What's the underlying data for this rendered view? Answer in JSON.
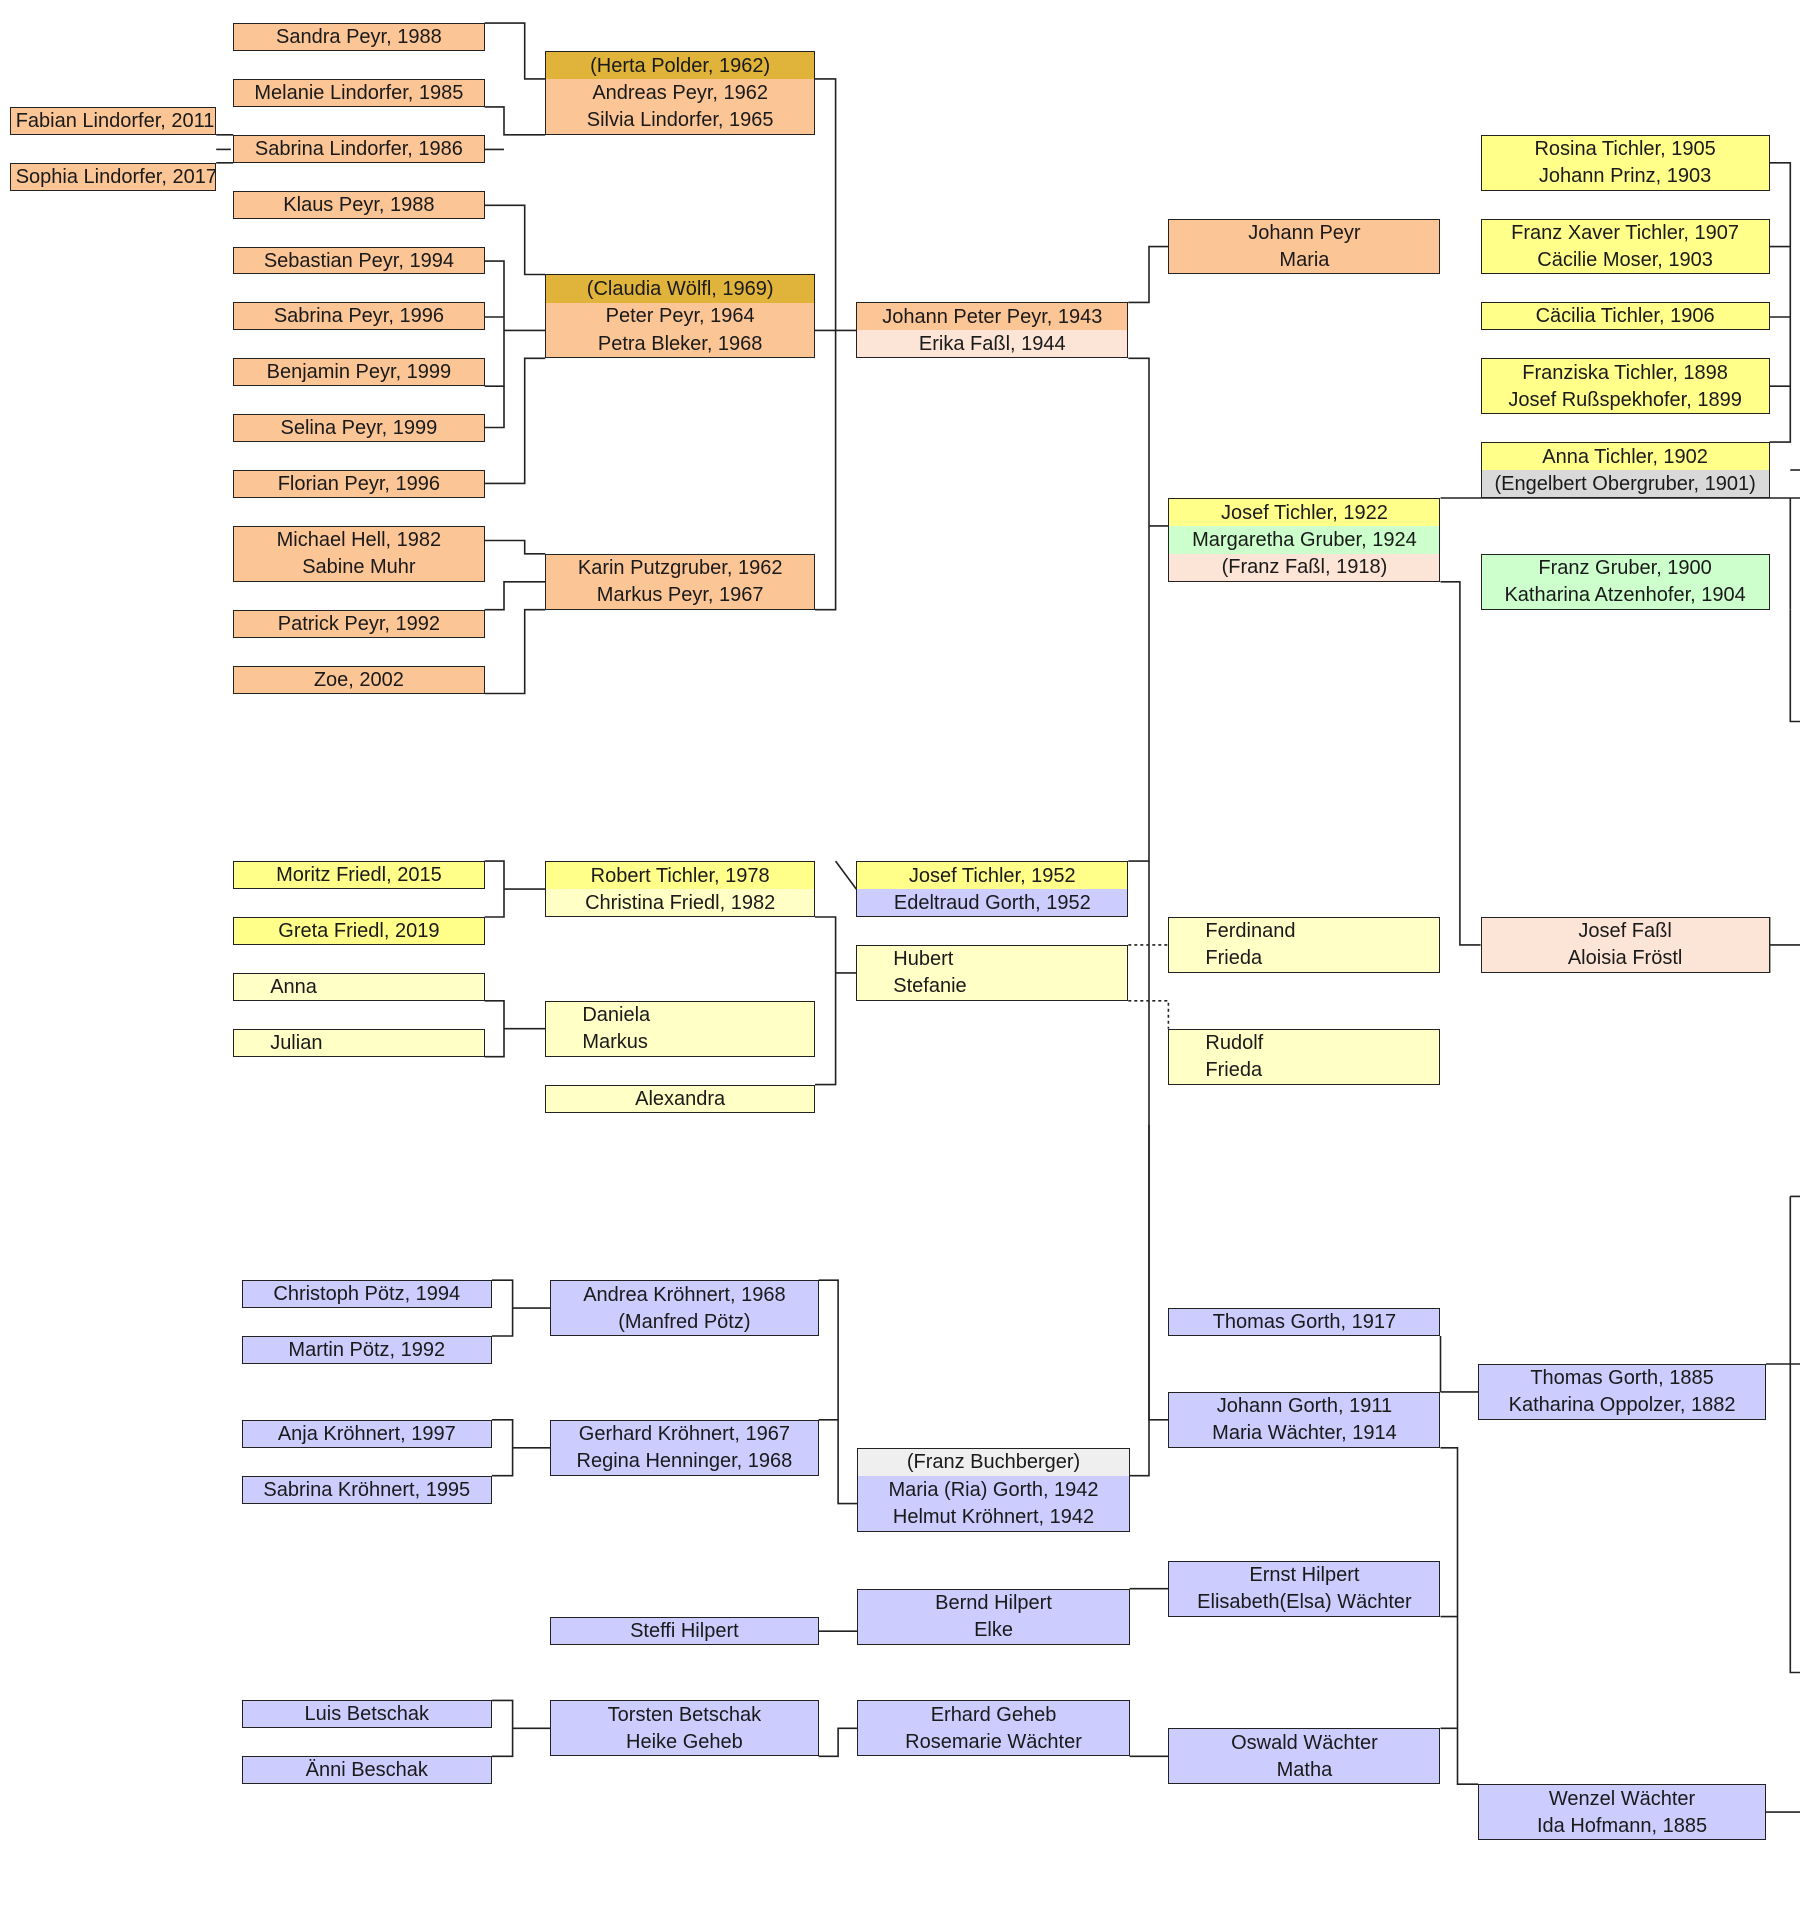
{
  "colors": {
    "orange": "#fbc596",
    "dark_orange": "#e0b43a",
    "yellow": "#ffff8a",
    "pale_yellow": "#ffffc6",
    "green": "#ccffcc",
    "peach": "#fce4d6",
    "blue": "#ccccff",
    "gray": "#d9d9d9",
    "light_gray": "#efefef",
    "line": "#222222"
  },
  "boxes": [
    {
      "id": "sandra-peyr",
      "lines": [
        {
          "text": "Sandra Peyr, 1988",
          "color": "orange"
        }
      ]
    },
    {
      "id": "melanie-lindorfer",
      "lines": [
        {
          "text": "Melanie Lindorfer, 1985",
          "color": "orange"
        }
      ]
    },
    {
      "id": "fabian-lindorfer",
      "align": "lefts",
      "lines": [
        {
          "text": "Fabian Lindorfer, 2011",
          "color": "orange"
        }
      ]
    },
    {
      "id": "sabrina-lindorfer",
      "lines": [
        {
          "text": "Sabrina Lindorfer, 1986",
          "color": "orange"
        }
      ]
    },
    {
      "id": "sophia-lindorfer",
      "align": "lefts",
      "lines": [
        {
          "text": "Sophia Lindorfer, 2017",
          "color": "orange"
        }
      ]
    },
    {
      "id": "klaus-peyr",
      "lines": [
        {
          "text": "Klaus Peyr, 1988",
          "color": "orange"
        }
      ]
    },
    {
      "id": "sebastian-peyr",
      "lines": [
        {
          "text": "Sebastian Peyr, 1994",
          "color": "orange"
        }
      ]
    },
    {
      "id": "sabrina-peyr",
      "lines": [
        {
          "text": "Sabrina Peyr, 1996",
          "color": "orange"
        }
      ]
    },
    {
      "id": "benjamin-peyr",
      "lines": [
        {
          "text": "Benjamin Peyr, 1999",
          "color": "orange"
        }
      ]
    },
    {
      "id": "selina-peyr",
      "lines": [
        {
          "text": "Selina Peyr, 1999",
          "color": "orange"
        }
      ]
    },
    {
      "id": "florian-peyr",
      "lines": [
        {
          "text": "Florian Peyr, 1996",
          "color": "orange"
        }
      ]
    },
    {
      "id": "michael-hell",
      "lines": [
        {
          "text": "Michael Hell, 1982",
          "color": "orange"
        },
        {
          "text": "Sabine Muhr",
          "color": "orange"
        }
      ]
    },
    {
      "id": "patrick-peyr",
      "lines": [
        {
          "text": "Patrick Peyr, 1992",
          "color": "orange"
        }
      ]
    },
    {
      "id": "zoe",
      "lines": [
        {
          "text": "Zoe, 2002",
          "color": "orange"
        }
      ]
    },
    {
      "id": "andreas-peyr",
      "lines": [
        {
          "text": "(Herta Polder, 1962)",
          "color": "dark_orange"
        },
        {
          "text": "Andreas Peyr, 1962",
          "color": "orange"
        },
        {
          "text": "Silvia Lindorfer, 1965",
          "color": "orange"
        }
      ]
    },
    {
      "id": "peter-peyr",
      "lines": [
        {
          "text": "(Claudia Wölfl, 1969)",
          "color": "dark_orange"
        },
        {
          "text": "Peter Peyr, 1964",
          "color": "orange"
        },
        {
          "text": "Petra Bleker, 1968",
          "color": "orange"
        }
      ]
    },
    {
      "id": "karin-putzgruber",
      "lines": [
        {
          "text": "Karin Putzgruber, 1962",
          "color": "orange"
        },
        {
          "text": "Markus Peyr, 1967",
          "color": "orange"
        }
      ]
    },
    {
      "id": "johann-peter-peyr",
      "lines": [
        {
          "text": "Johann Peter Peyr, 1943",
          "color": "orange"
        },
        {
          "text": "Erika Faßl, 1944",
          "color": "peach"
        }
      ]
    },
    {
      "id": "johann-peyr",
      "lines": [
        {
          "text": "Johann Peyr",
          "color": "orange"
        },
        {
          "text": "Maria",
          "color": "orange"
        }
      ]
    },
    {
      "id": "rosina-tichler",
      "lines": [
        {
          "text": "Rosina Tichler, 1905",
          "color": "yellow"
        },
        {
          "text": "Johann Prinz, 1903",
          "color": "yellow"
        }
      ]
    },
    {
      "id": "franz-xaver-tichler",
      "lines": [
        {
          "text": "Franz Xaver Tichler, 1907",
          "color": "yellow"
        },
        {
          "text": "Cäcilie Moser, 1903",
          "color": "yellow"
        }
      ]
    },
    {
      "id": "cacilia-tichler",
      "lines": [
        {
          "text": "Cäcilia Tichler, 1906",
          "color": "yellow"
        }
      ]
    },
    {
      "id": "franziska-tichler",
      "lines": [
        {
          "text": "Franziska Tichler, 1898",
          "color": "yellow"
        },
        {
          "text": "Josef Rußspekhofer, 1899",
          "color": "yellow"
        }
      ]
    },
    {
      "id": "anna-tichler",
      "lines": [
        {
          "text": "Anna Tichler, 1902",
          "color": "yellow"
        },
        {
          "text": "(Engelbert Obergruber, 1901)",
          "color": "gray"
        }
      ]
    },
    {
      "id": "josef-tichler-1922",
      "lines": [
        {
          "text": "Josef Tichler, 1922",
          "color": "yellow"
        },
        {
          "text": "Margaretha Gruber, 1924",
          "color": "green"
        },
        {
          "text": "(Franz Faßl, 1918)",
          "color": "peach"
        }
      ]
    },
    {
      "id": "franz-gruber",
      "lines": [
        {
          "text": "Franz Gruber, 1900",
          "color": "green"
        },
        {
          "text": "Katharina Atzenhofer, 1904",
          "color": "green"
        }
      ]
    },
    {
      "id": "moritz-friedl",
      "lines": [
        {
          "text": "Moritz Friedl, 2015",
          "color": "yellow"
        }
      ]
    },
    {
      "id": "greta-friedl",
      "lines": [
        {
          "text": "Greta Friedl, 2019",
          "color": "yellow"
        }
      ]
    },
    {
      "id": "anna",
      "align": "left",
      "lines": [
        {
          "text": "Anna",
          "color": "pale_yellow"
        }
      ]
    },
    {
      "id": "julian",
      "align": "left",
      "lines": [
        {
          "text": "Julian",
          "color": "pale_yellow"
        }
      ]
    },
    {
      "id": "robert-tichler",
      "lines": [
        {
          "text": "Robert Tichler, 1978",
          "color": "yellow"
        },
        {
          "text": "Christina Friedl, 1982",
          "color": "pale_yellow"
        }
      ]
    },
    {
      "id": "daniela",
      "align": "left",
      "lines": [
        {
          "text": "Daniela",
          "color": "pale_yellow"
        },
        {
          "text": "Markus",
          "color": "pale_yellow"
        }
      ]
    },
    {
      "id": "alexandra",
      "lines": [
        {
          "text": "Alexandra",
          "color": "pale_yellow"
        }
      ]
    },
    {
      "id": "josef-tichler-1952",
      "lines": [
        {
          "text": "Josef Tichler, 1952",
          "color": "yellow"
        },
        {
          "text": "Edeltraud Gorth, 1952",
          "color": "blue"
        }
      ]
    },
    {
      "id": "hubert",
      "align": "left",
      "lines": [
        {
          "text": "Hubert",
          "color": "pale_yellow"
        },
        {
          "text": "Stefanie",
          "color": "pale_yellow"
        }
      ]
    },
    {
      "id": "ferdinand",
      "align": "left",
      "lines": [
        {
          "text": "Ferdinand",
          "color": "pale_yellow"
        },
        {
          "text": "Frieda",
          "color": "pale_yellow"
        }
      ]
    },
    {
      "id": "rudolf",
      "align": "left",
      "lines": [
        {
          "text": "Rudolf",
          "color": "pale_yellow"
        },
        {
          "text": "Frieda",
          "color": "pale_yellow"
        }
      ]
    },
    {
      "id": "josef-fassl",
      "lines": [
        {
          "text": "Josef Faßl",
          "color": "peach"
        },
        {
          "text": "Aloisia Fröstl",
          "color": "peach"
        }
      ]
    },
    {
      "id": "christoph-potz",
      "lines": [
        {
          "text": "Christoph Pötz, 1994",
          "color": "blue"
        }
      ]
    },
    {
      "id": "martin-potz",
      "lines": [
        {
          "text": "Martin Pötz, 1992",
          "color": "blue"
        }
      ]
    },
    {
      "id": "andrea-krohnert",
      "lines": [
        {
          "text": "Andrea Kröhnert, 1968",
          "color": "blue"
        },
        {
          "text": "(Manfred Pötz)",
          "color": "blue"
        }
      ]
    },
    {
      "id": "anja-krohnert",
      "lines": [
        {
          "text": "Anja Kröhnert, 1997",
          "color": "blue"
        }
      ]
    },
    {
      "id": "sabrina-krohnert",
      "lines": [
        {
          "text": "Sabrina Kröhnert, 1995",
          "color": "blue"
        }
      ]
    },
    {
      "id": "gerhard-krohnert",
      "lines": [
        {
          "text": "Gerhard Kröhnert, 1967",
          "color": "blue"
        },
        {
          "text": "Regina Henninger, 1968",
          "color": "blue"
        }
      ]
    },
    {
      "id": "maria-ria-gorth",
      "lines": [
        {
          "text": "(Franz Buchberger)",
          "color": "light_gray"
        },
        {
          "text": "Maria (Ria) Gorth, 1942",
          "color": "blue"
        },
        {
          "text": "Helmut Kröhnert, 1942",
          "color": "blue"
        }
      ]
    },
    {
      "id": "thomas-gorth-1917",
      "lines": [
        {
          "text": "Thomas Gorth, 1917",
          "color": "blue"
        }
      ]
    },
    {
      "id": "johann-gorth",
      "lines": [
        {
          "text": "Johann Gorth, 1911",
          "color": "blue"
        },
        {
          "text": "Maria Wächter, 1914",
          "color": "blue"
        }
      ]
    },
    {
      "id": "thomas-gorth-1885",
      "lines": [
        {
          "text": "Thomas Gorth, 1885",
          "color": "blue"
        },
        {
          "text": "Katharina Oppolzer, 1882",
          "color": "blue"
        }
      ]
    },
    {
      "id": "ernst-hilpert",
      "lines": [
        {
          "text": "Ernst Hilpert",
          "color": "blue"
        },
        {
          "text": "Elisabeth(Elsa) Wächter",
          "color": "blue"
        }
      ]
    },
    {
      "id": "steffi-hilpert",
      "lines": [
        {
          "text": "Steffi Hilpert",
          "color": "blue"
        }
      ]
    },
    {
      "id": "bernd-hilpert",
      "lines": [
        {
          "text": "Bernd Hilpert",
          "color": "blue"
        },
        {
          "text": "Elke",
          "color": "blue"
        }
      ]
    },
    {
      "id": "luis-betschak",
      "lines": [
        {
          "text": "Luis Betschak",
          "color": "blue"
        }
      ]
    },
    {
      "id": "anni-beschak",
      "lines": [
        {
          "text": "Änni Beschak",
          "color": "blue"
        }
      ]
    },
    {
      "id": "torsten-betschak",
      "lines": [
        {
          "text": "Torsten Betschak",
          "color": "blue"
        },
        {
          "text": "Heike Geheb",
          "color": "blue"
        }
      ]
    },
    {
      "id": "erhard-geheb",
      "lines": [
        {
          "text": "Erhard Geheb",
          "color": "blue"
        },
        {
          "text": "Rosemarie Wächter",
          "color": "blue"
        }
      ]
    },
    {
      "id": "oswald-wachter",
      "lines": [
        {
          "text": "Oswald Wächter",
          "color": "blue"
        },
        {
          "text": "Matha",
          "color": "blue"
        }
      ]
    },
    {
      "id": "wenzel-wachter",
      "lines": [
        {
          "text": "Wenzel Wächter",
          "color": "blue"
        },
        {
          "text": "Ida Hofmann, 1885",
          "color": "blue"
        }
      ]
    }
  ]
}
